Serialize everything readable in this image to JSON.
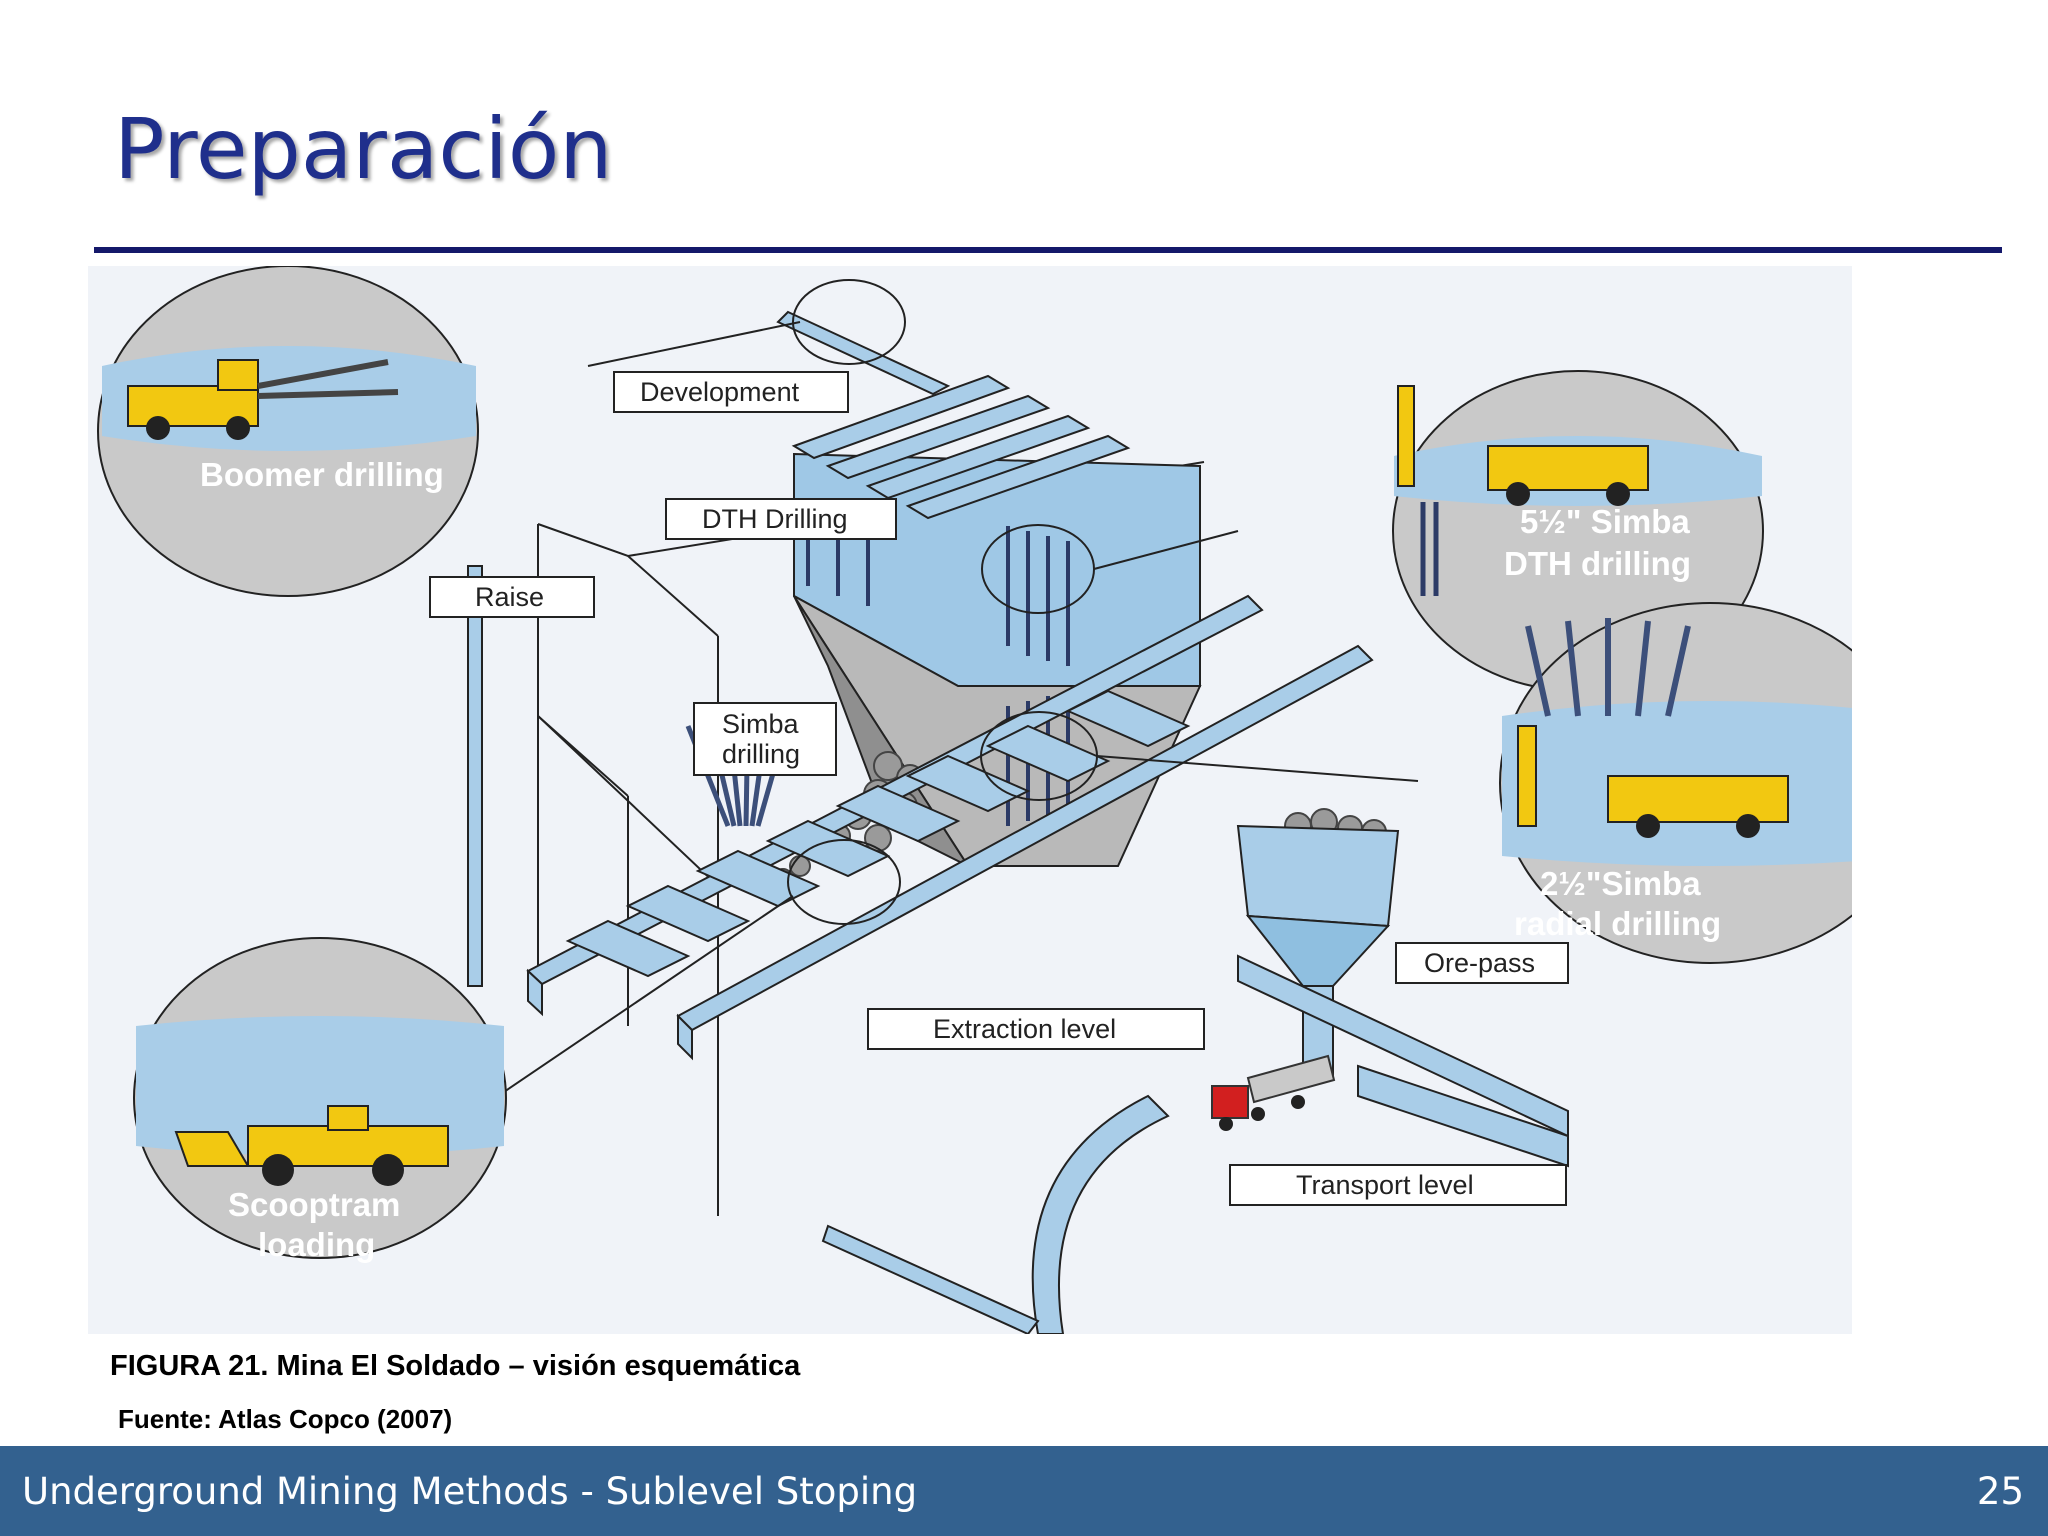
{
  "slide": {
    "title": "Preparación",
    "page_number": "25"
  },
  "figure": {
    "labels": {
      "development": "Development",
      "dth_drilling": "DTH Drilling",
      "raise": "Raise",
      "simba_line1": "Simba",
      "simba_line2": "drilling",
      "extraction_level": "Extraction level",
      "ore_pass": "Ore-pass",
      "transport_level": "Transport level"
    },
    "callouts": {
      "boomer": "Boomer drilling",
      "simba_dth_line1": "5½\" Simba",
      "simba_dth_line2": "DTH drilling",
      "simba_radial_line1": "2½\"Simba",
      "simba_radial_line2": "radial drilling",
      "scooptram_line1": "Scooptram",
      "scooptram_line2": "loading"
    },
    "caption": "FIGURA 21.  Mina  El Soldado – visión esquemática",
    "source": "Fuente: Atlas Copco (2007)"
  },
  "footer": {
    "text": "Underground Mining Methods - Sublevel Stoping"
  },
  "colors": {
    "title": "#1f2f8c",
    "rule": "#14186a",
    "footer_bg": "#33618f",
    "tunnel_blue": "#a9cde8",
    "machine_yellow": "#f2c811"
  }
}
